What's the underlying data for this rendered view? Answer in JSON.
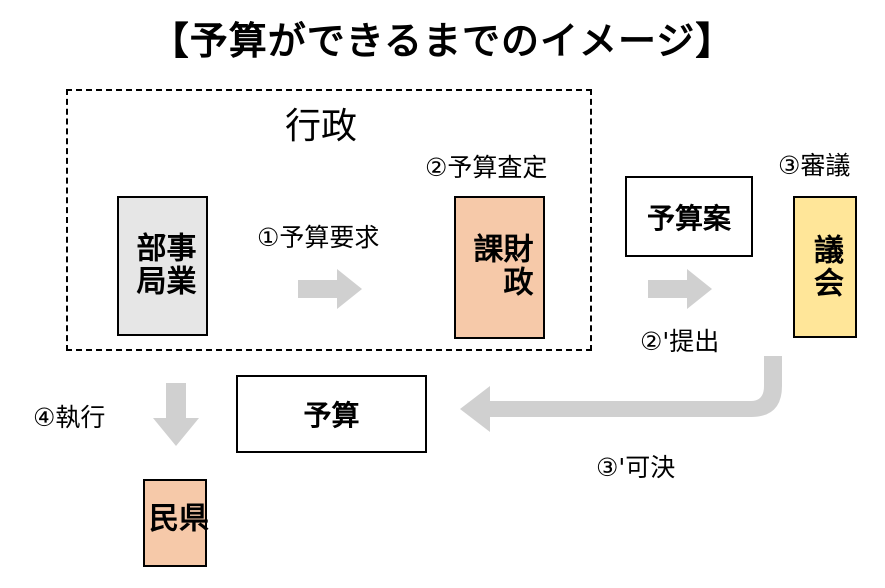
{
  "title": "【予算ができるまでのイメージ】",
  "government": {
    "label": "行政"
  },
  "nodes": {
    "business_dept": {
      "label": "事業部局",
      "fill": "#E6E6E6"
    },
    "finance_div": {
      "label": "財政課",
      "fill": "#F6C9A9"
    },
    "budget_proposal": {
      "label": "予算案",
      "fill": "#FFFFFF"
    },
    "assembly": {
      "label": "議会",
      "fill": "#FFE699"
    },
    "budget": {
      "label": "予算",
      "fill": "#FFFFFF"
    },
    "citizens": {
      "label": "県民",
      "fill": "#F6C9A9"
    }
  },
  "steps": {
    "request": "①予算要求",
    "assessment": "②予算査定",
    "submission": "②'提出",
    "deliberation": "③審議",
    "approval": "③'可決",
    "execution": "④執行"
  },
  "colors": {
    "arrow": "#D0D0D0",
    "border": "#000000"
  }
}
